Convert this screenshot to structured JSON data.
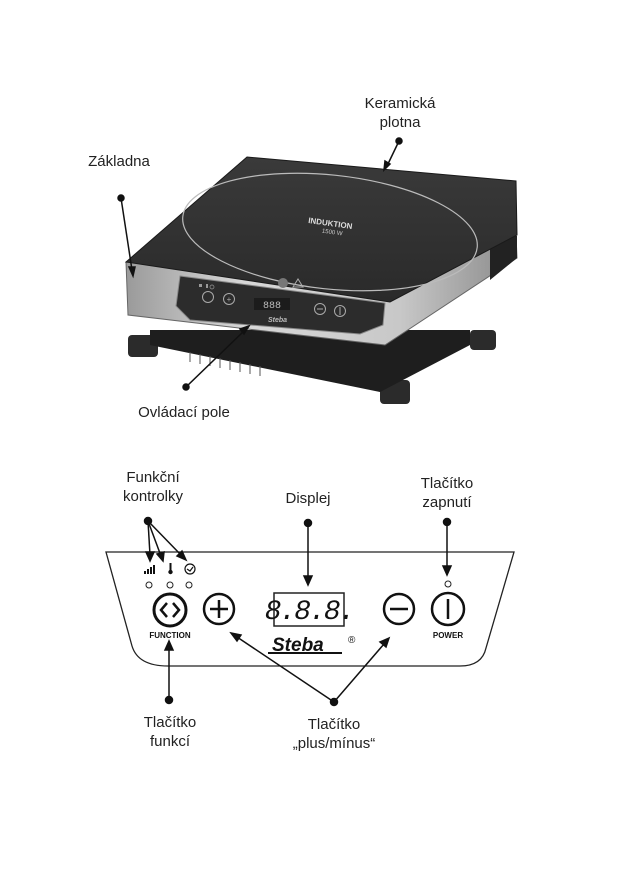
{
  "top_figure": {
    "labels": {
      "ceramic_plate": [
        "Keramická",
        "plotna"
      ],
      "base": "Základna",
      "control_panel": "Ovládací pole"
    },
    "plate_text": [
      "INDUKTION",
      "1500 W"
    ],
    "panel_display": "888",
    "panel_logo": "Steba"
  },
  "bottom_figure": {
    "labels": {
      "function_lights": [
        "Funkční",
        "kontrolky"
      ],
      "display": "Displej",
      "power_button": [
        "Tlačítko",
        "zapnutí"
      ],
      "function_button": [
        "Tlačítko",
        "funkcí"
      ],
      "plus_minus_button": [
        "Tlačítko",
        "„plus/mínus“"
      ]
    },
    "indicator_icons": [
      "signal-bars-icon",
      "thermometer-icon",
      "timer-clock-icon"
    ],
    "display_value": "8.8.8.",
    "function_caption": "FUNCTION",
    "power_caption": "POWER",
    "logo": "Steba",
    "logo_mark": "®"
  }
}
